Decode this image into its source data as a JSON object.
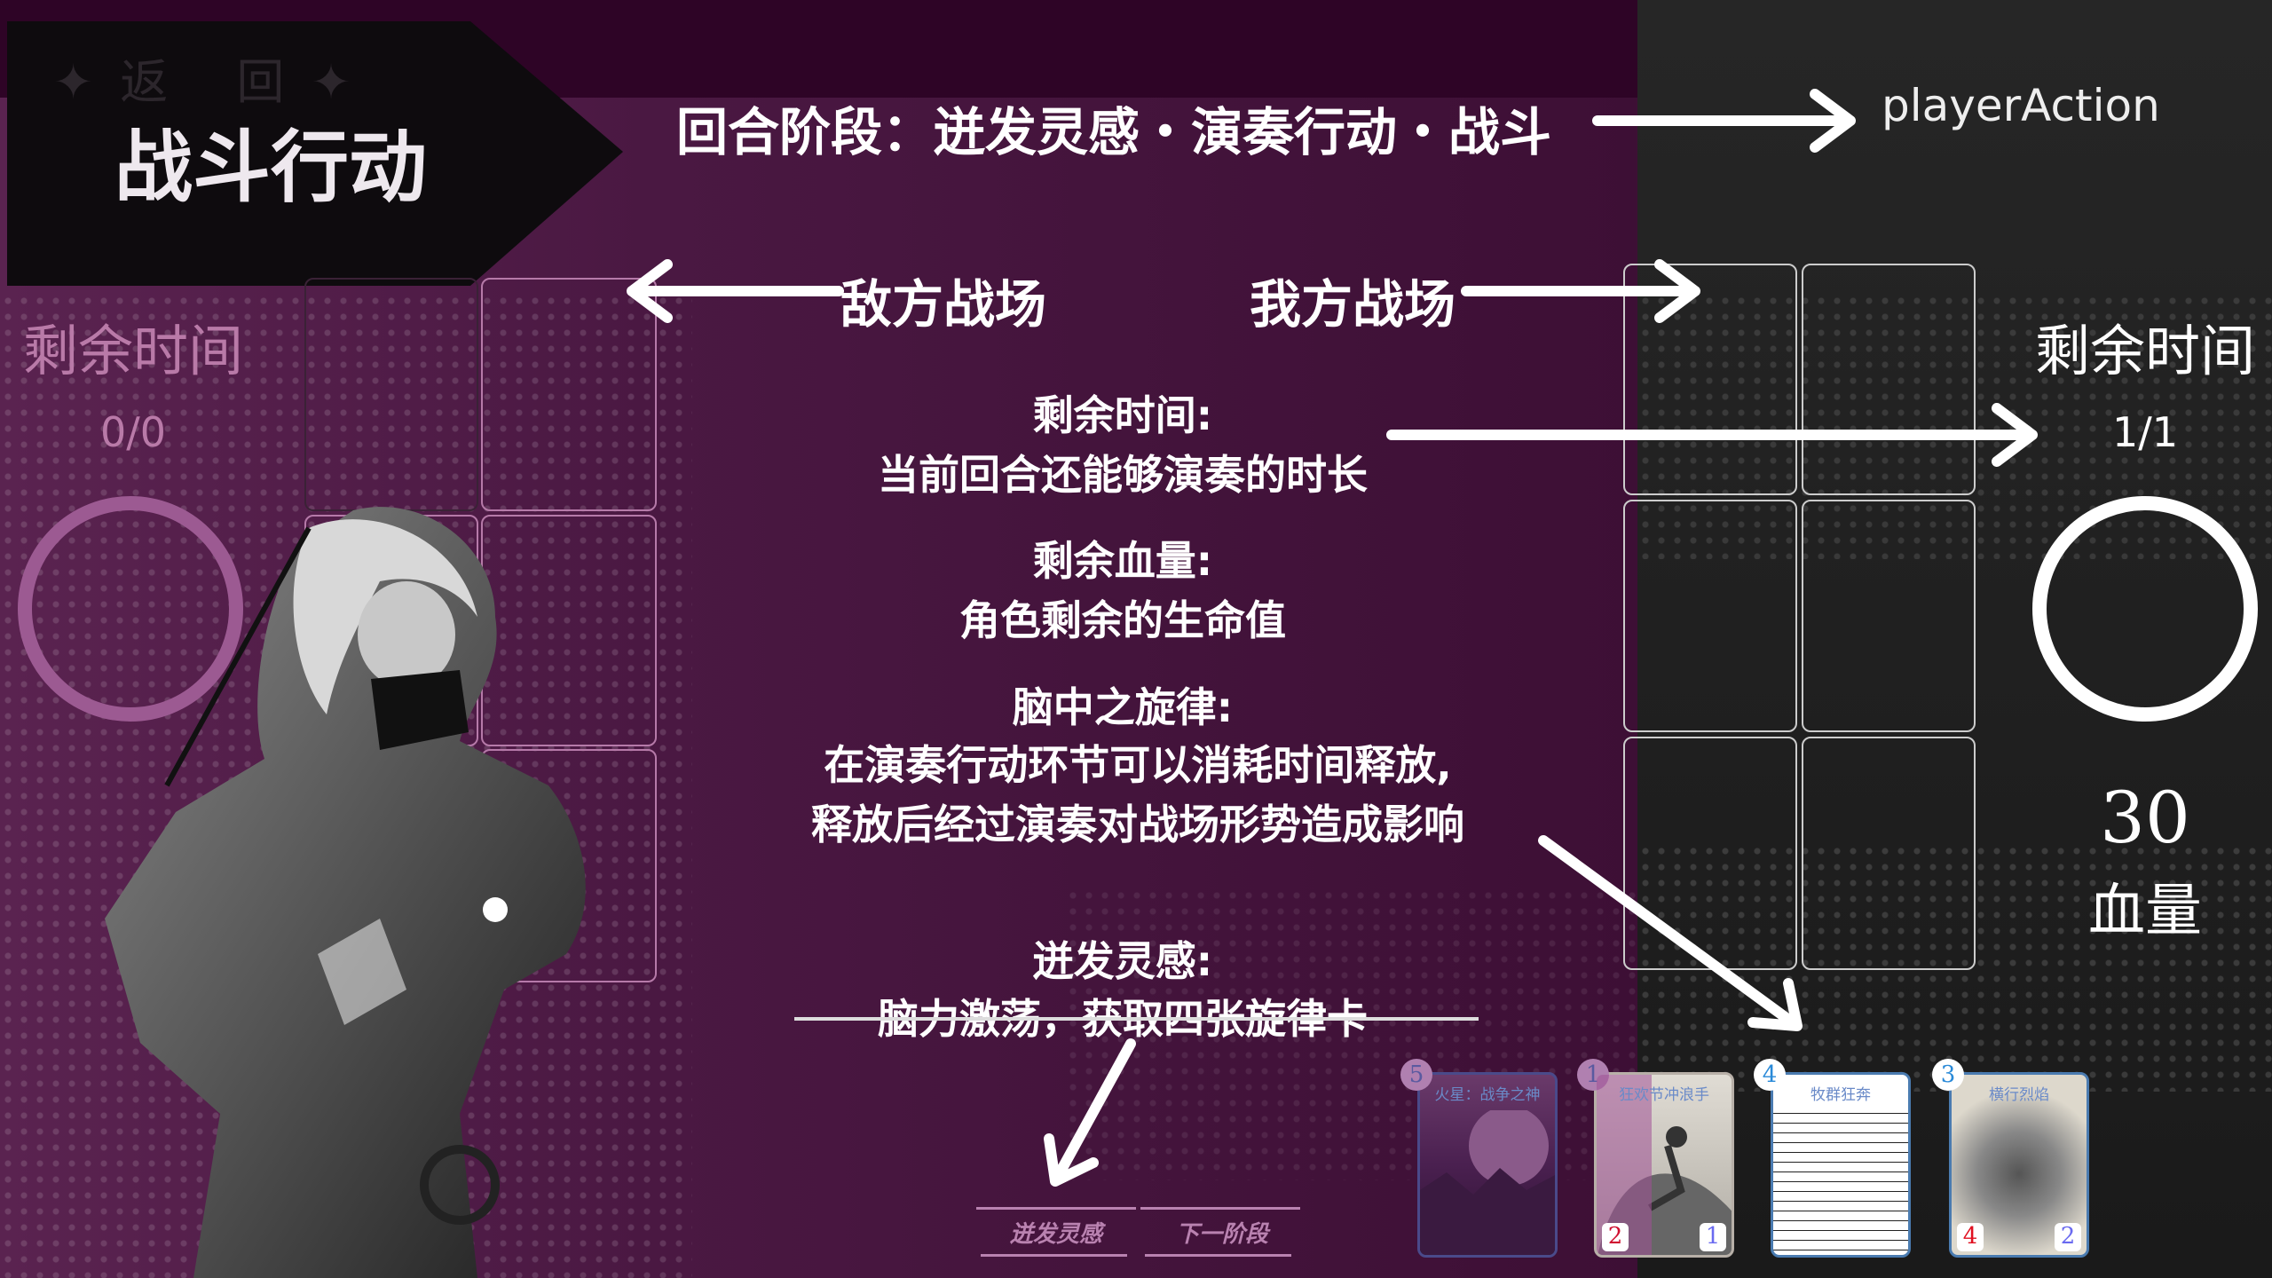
{
  "header": {
    "title": "战斗行动",
    "back_label": "✦返 回✦"
  },
  "enemy": {
    "time_label": "剩余时间",
    "time_value": "0/0"
  },
  "player": {
    "time_label": "剩余时间",
    "time_value": "1/1",
    "hp_value": "30",
    "hp_label": "血量"
  },
  "annotations": {
    "phases": "回合阶段：迸发灵感・演奏行动・战斗",
    "player_action": "playerAction",
    "enemy_field": "敌方战场",
    "my_field": "我方战场",
    "time_title": "剩余时间:",
    "time_desc": "当前回合还能够演奏的时长",
    "hp_title": "剩余血量:",
    "hp_desc": "角色剩余的生命值",
    "melody_title": "脑中之旋律:",
    "melody_desc1": "在演奏行动环节可以消耗时间释放,",
    "melody_desc2": "释放后经过演奏对战场形势造成影响",
    "inspire_title": "迸发灵感:",
    "inspire_desc": "脑力激荡，获取四张旋律卡"
  },
  "buttons": {
    "inspire": "迸发灵感",
    "next_phase": "下一阶段"
  },
  "cards": [
    {
      "cost": "5",
      "name": "火星：战争之神",
      "left": "",
      "right": ""
    },
    {
      "cost": "1",
      "name": "狂欢节冲浪手",
      "left": "2",
      "right": "1"
    },
    {
      "cost": "4",
      "name": "牧群狂奔",
      "left": "",
      "right": ""
    },
    {
      "cost": "3",
      "name": "横行烈焰",
      "left": "4",
      "right": "2"
    }
  ]
}
